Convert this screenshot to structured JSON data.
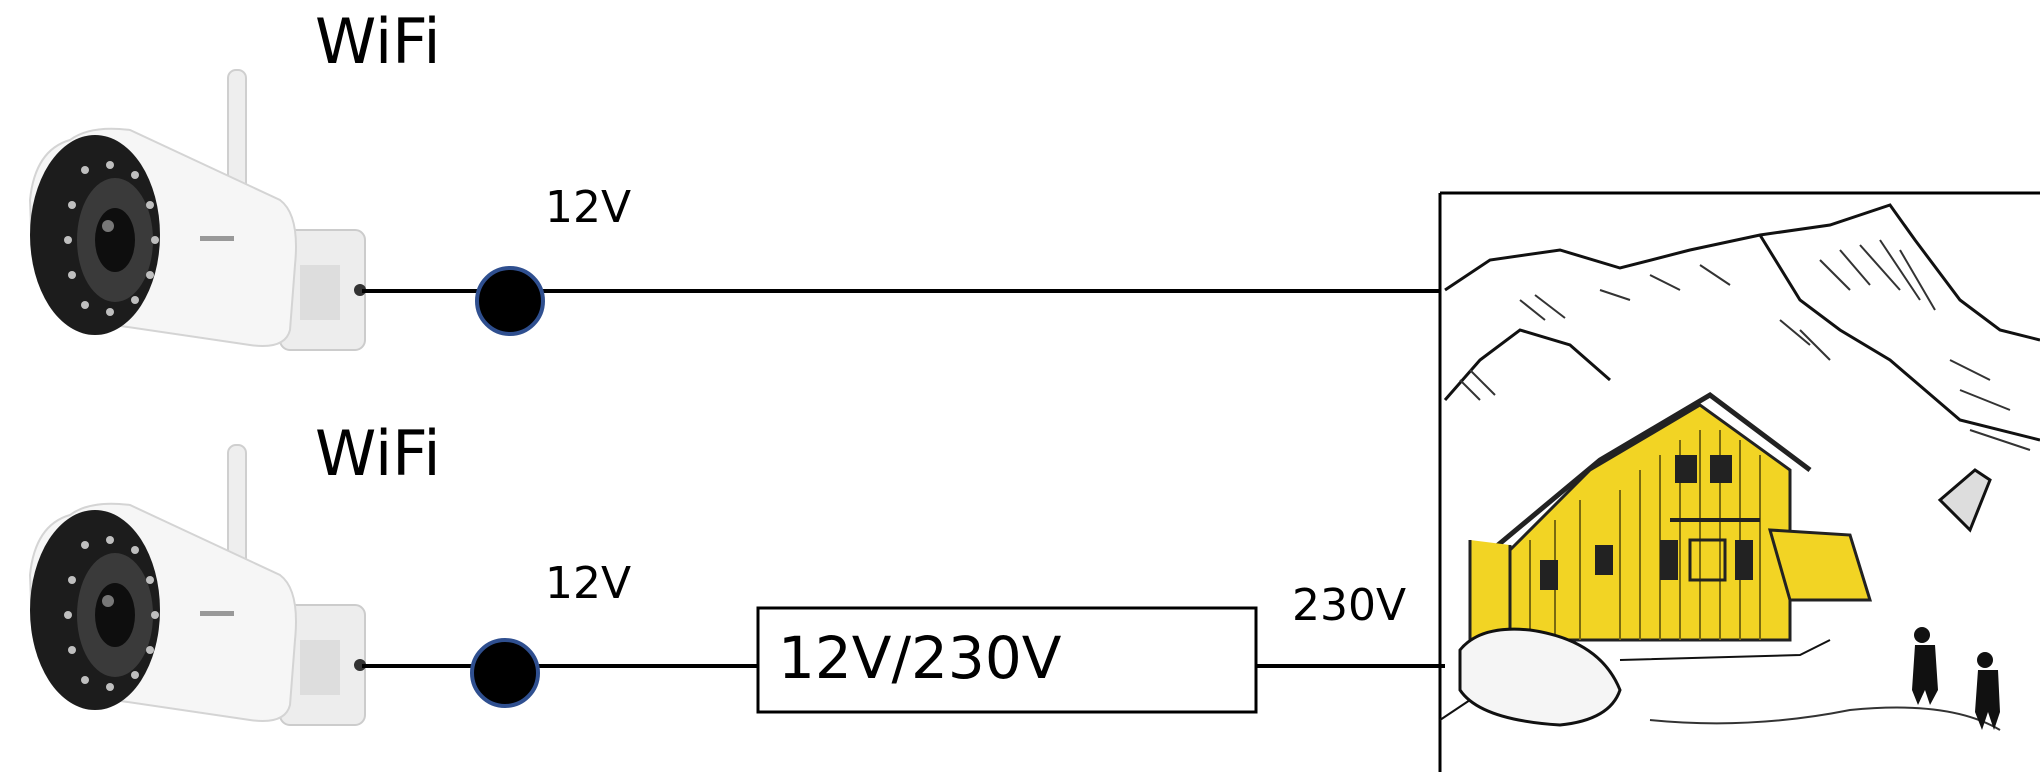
{
  "cameras": [
    {
      "wireless_label": "WiFi",
      "voltage_label": "12V"
    },
    {
      "wireless_label": "WiFi",
      "voltage_label": "12V"
    }
  ],
  "converter": {
    "label": "12V/230V"
  },
  "mains": {
    "voltage_label": "230V"
  },
  "colors": {
    "line": "#000000",
    "connector_fill": "#000000",
    "connector_ring": "#2f4f8f",
    "house_yellow": "#f2d424",
    "camera_body": "#f4f4f4",
    "camera_lens": "#222222"
  },
  "icons": [
    "camera-icon",
    "connector-icon",
    "mountain-hut-illustration"
  ]
}
